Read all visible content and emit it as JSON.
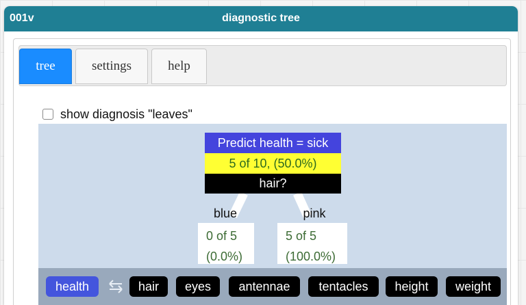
{
  "window": {
    "id_label": "001v",
    "title": "diagnostic tree",
    "titlebar_color": "#1f7f94"
  },
  "tabs": [
    {
      "label": "tree",
      "active": true
    },
    {
      "label": "settings",
      "active": false
    },
    {
      "label": "help",
      "active": false
    }
  ],
  "options": {
    "show_leaves_label": "show diagnosis \"leaves\"",
    "show_leaves_checked": false
  },
  "tree": {
    "root": {
      "prediction": "Predict health = sick",
      "count": "5 of 10, (50.0%)",
      "split": "hair?"
    },
    "branches": [
      {
        "label": "blue",
        "leaf_count": "0 of 5",
        "leaf_percent": "(0.0%)"
      },
      {
        "label": "pink",
        "leaf_count": "5 of 5",
        "leaf_percent": "(100.0%)"
      }
    ]
  },
  "attributes": {
    "target": "health",
    "arrow_icon": "left-right-arrows-icon",
    "predictors": [
      "hair",
      "eyes",
      "antennae",
      "tentacles",
      "height",
      "weight"
    ]
  },
  "colors": {
    "active_tab": "#1a8cff",
    "node_header": "#4444dd",
    "node_count": "#ffff33",
    "node_split": "#000000",
    "tree_background": "#cddbeb",
    "attribute_bar": "#99a9bc",
    "target_chip": "#4455dd",
    "leaf_text": "#3c6b34"
  }
}
